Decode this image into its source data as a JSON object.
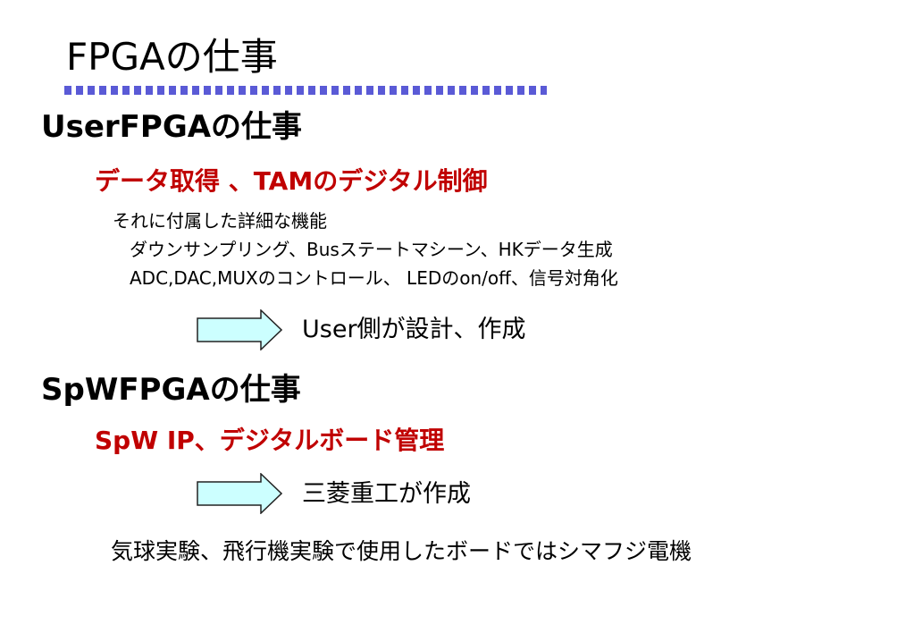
{
  "slide": {
    "title": "FPGAの仕事",
    "user_section": {
      "heading": "UserFPGAの仕事",
      "subheading": "データ取得 、TAMのデジタル制御",
      "details": [
        "それに付属した詳細な機能",
        "ダウンサンプリング、Busステートマシーン、HKデータ生成",
        "ADC,DAC,MUXのコントロール、 LEDのon/off、信号対角化"
      ],
      "result": "User側が設計、作成"
    },
    "spw_section": {
      "heading": "SpWFPGAの仕事",
      "subheading": "SpW IP、デジタルボード管理",
      "result": "三菱重工が作成"
    },
    "footer_note": "気球実験、飛行機実験で使用したボードではシマフジ電機"
  },
  "colors": {
    "accent_red": "#c00000",
    "dot_rule": "#5a5ad6",
    "arrow_fill": "#ccffff"
  },
  "icons": {
    "arrow": "right-arrow-icon"
  }
}
